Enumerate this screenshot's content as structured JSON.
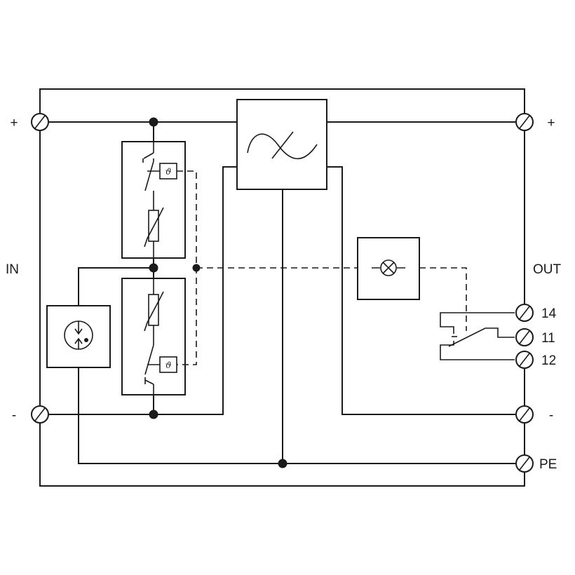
{
  "diagram": {
    "title": "",
    "colors": {
      "line": "#1a1a1a",
      "background": "#ffffff"
    },
    "labels": {
      "in": "IN",
      "out": "OUT",
      "in_plus": "+",
      "in_minus": "-",
      "out_plus": "+",
      "out_minus": "-",
      "pe": "PE",
      "contact_14": "14",
      "contact_11": "11",
      "contact_12": "12",
      "thermal_symbol": "ϑ"
    },
    "icons": [
      "terminal-icon",
      "varistor-icon",
      "thermal-disconnect-icon",
      "gas-discharge-tube-icon",
      "filter-icon",
      "indicator-lamp-icon",
      "changeover-contact-icon"
    ]
  }
}
